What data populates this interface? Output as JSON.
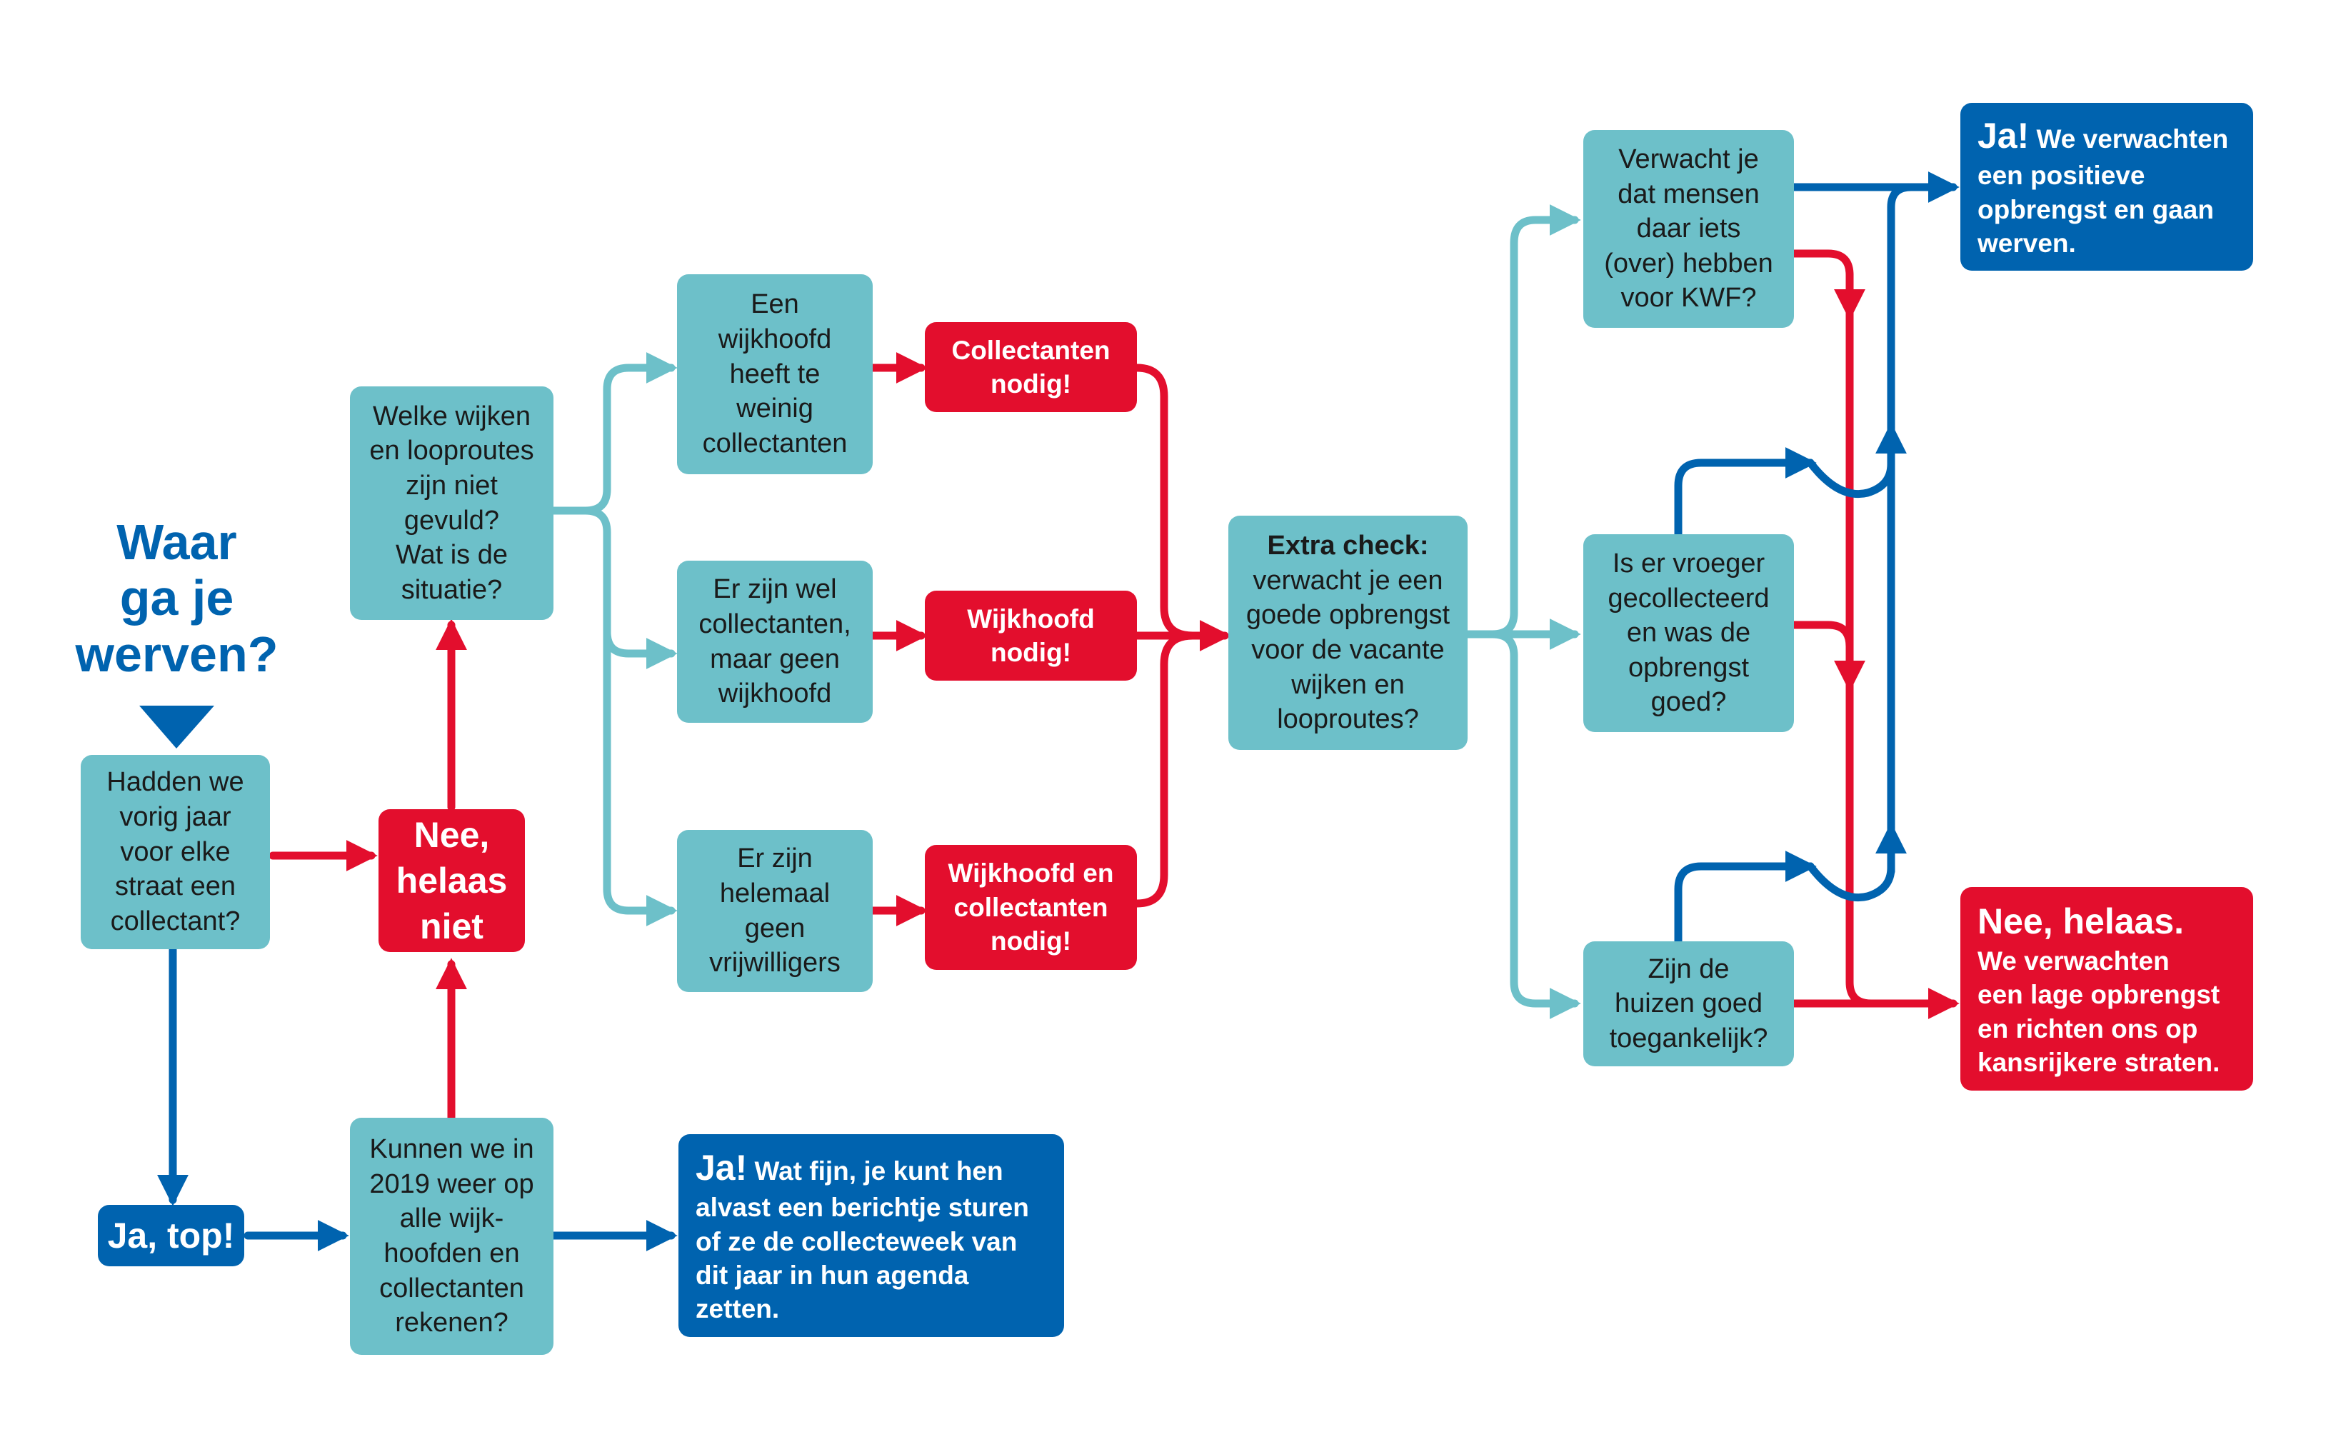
{
  "heading": "Waar\nga je\nwerven?",
  "q_last_year": "Hadden we\nvorig jaar\nvoor elke\nstraat een\ncollectant?",
  "nee_helaas_niet": "Nee,\nhelaas\nniet",
  "ja_top": "Ja, top!",
  "q_2019": "Kunnen we in\n2019 weer op\nalle wijk-\nhoofden en\ncollectanten\nrekenen?",
  "ja_result": {
    "lead": "Ja!",
    "text": " Wat fijn, je kunt hen\nalvast een berichtje sturen\nof ze de collecteweek van\ndit jaar in hun agenda\nzetten."
  },
  "q_wijken": "Welke wijken\nen looproutes\nzijn niet\ngevuld?\nWat is de\nsituatie?",
  "sit_weinig": "Een\nwijkhoofd\nheeft te\nweinig\ncollectanten",
  "sit_geen_wijkhoofd": "Er zijn wel\ncollectanten,\nmaar geen\nwijkhoofd",
  "sit_geen_vrijwilligers": "Er zijn\nhelemaal\ngeen\nvrijwilligers",
  "need_collectanten": "Collectanten\nnodig!",
  "need_wijkhoofd": "Wijkhoofd\nnodig!",
  "need_beide": "Wijkhoofd en\ncollectanten\nnodig!",
  "extra_check": {
    "title": "Extra check:",
    "text": "\nverwacht je een\ngoede opbrengst\nvoor de vacante\nwijken en\nlooproutes?"
  },
  "q_kwf": "Verwacht je\ndat mensen\ndaar iets\n(over) hebben\nvoor KWF?",
  "q_vroeger": "Is er vroeger\ngecollecteerd\nen was de\nopbrengst\ngoed?",
  "q_huizen": "Zijn de\nhuizen goed\ntoegankelijk?",
  "result_ja": {
    "lead": "Ja!",
    "text": " We verwachten\neen positieve\nopbrengst en gaan\nwerven."
  },
  "result_nee": {
    "lead": "Nee, helaas.",
    "text": "\nWe verwachten\neen lage opbrengst\nen richten ons op\nkansrijkere straten."
  },
  "colors": {
    "teal": "#6dc0c9",
    "red": "#e30e2d",
    "blue": "#0063af"
  }
}
